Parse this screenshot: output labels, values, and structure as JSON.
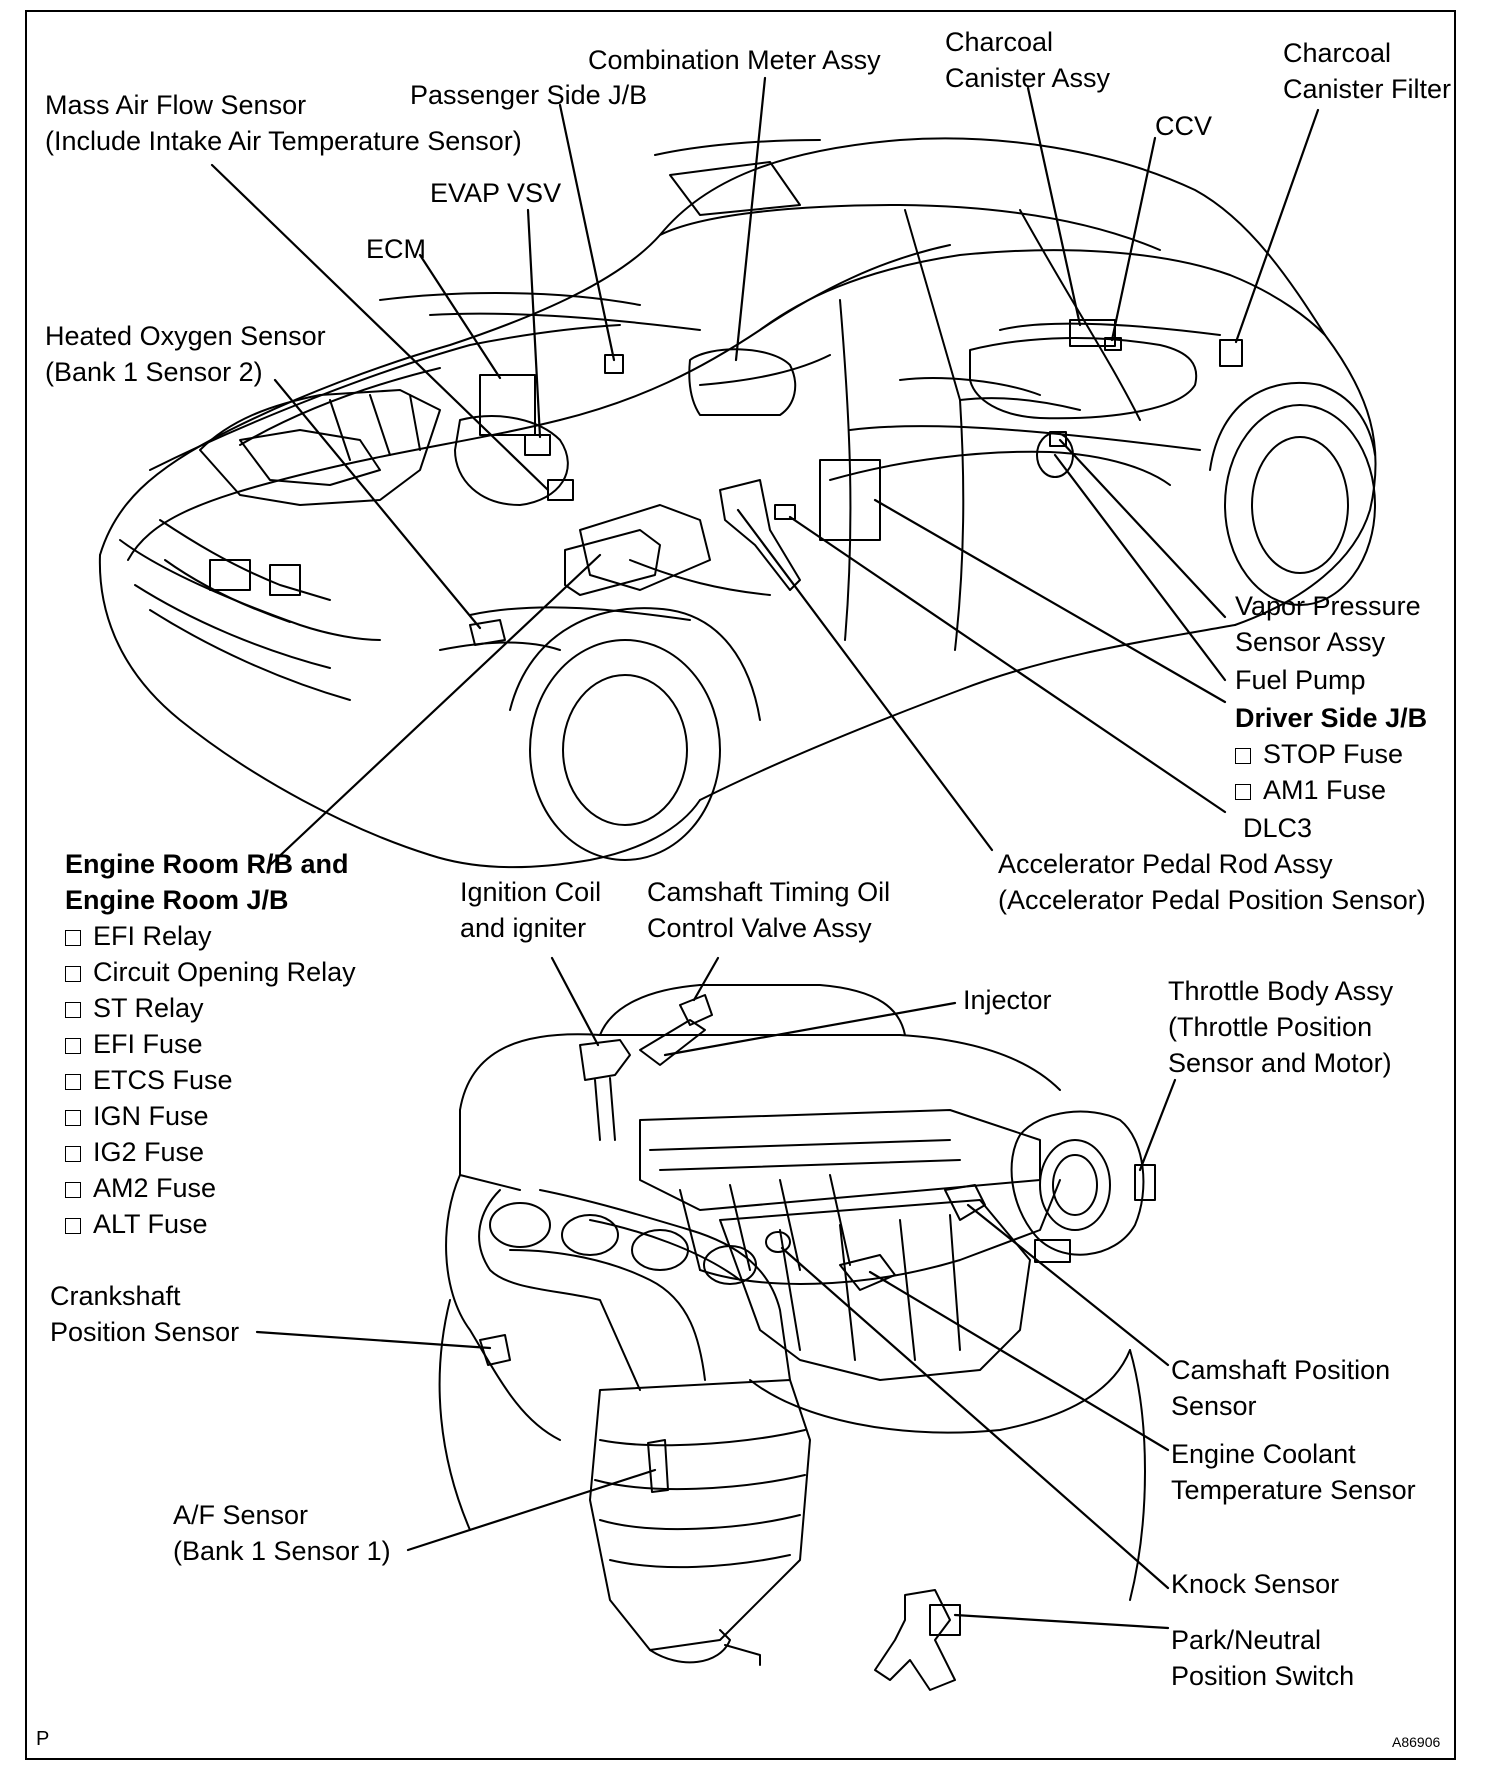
{
  "labels": {
    "mass_air_flow": [
      "Mass Air Flow Sensor",
      "(Include Intake Air Temperature Sensor)"
    ],
    "passenger_jb": [
      "Passenger Side J/B"
    ],
    "combination_meter": [
      "Combination Meter Assy"
    ],
    "charcoal_canister": [
      "Charcoal",
      "Canister Assy"
    ],
    "charcoal_filter": [
      "Charcoal",
      "Canister Filter"
    ],
    "ccv": [
      "CCV"
    ],
    "evap_vsv": [
      "EVAP VSV"
    ],
    "ecm": [
      "ECM"
    ],
    "heated_o2": [
      "Heated Oxygen Sensor",
      "(Bank 1 Sensor 2)"
    ],
    "vapor_pressure": [
      "Vapor Pressure",
      "Sensor Assy"
    ],
    "fuel_pump": [
      "Fuel Pump"
    ],
    "driver_jb": {
      "title": "Driver Side J/B",
      "items": [
        "STOP Fuse",
        "AM1 Fuse"
      ]
    },
    "dlc3": [
      "DLC3"
    ],
    "accel_pedal": [
      "Accelerator Pedal Rod Assy",
      "(Accelerator Pedal Position Sensor)"
    ],
    "engine_room": {
      "title": [
        "Engine Room R/B and",
        "Engine Room J/B"
      ],
      "items": [
        "EFI Relay",
        "Circuit Opening Relay",
        "ST Relay",
        "EFI Fuse",
        "ETCS Fuse",
        "IGN Fuse",
        "IG2 Fuse",
        "AM2 Fuse",
        "ALT Fuse"
      ]
    },
    "ignition_coil": [
      "Ignition Coil",
      "and igniter"
    ],
    "camshaft_ocv": [
      "Camshaft Timing Oil",
      "Control Valve Assy"
    ],
    "injector": [
      "Injector"
    ],
    "throttle_body": [
      "Throttle Body Assy",
      "(Throttle Position",
      "Sensor and Motor)"
    ],
    "crankshaft": [
      "Crankshaft",
      "Position Sensor"
    ],
    "camshaft_pos": [
      "Camshaft Position",
      "Sensor"
    ],
    "coolant_temp": [
      "Engine Coolant",
      "Temperature Sensor"
    ],
    "af_sensor": [
      "A/F Sensor",
      "(Bank 1 Sensor 1)"
    ],
    "knock": [
      "Knock Sensor"
    ],
    "park_neutral": [
      "Park/Neutral",
      "Position Switch"
    ]
  },
  "corner_mark": "P",
  "figure_code": "A86906"
}
